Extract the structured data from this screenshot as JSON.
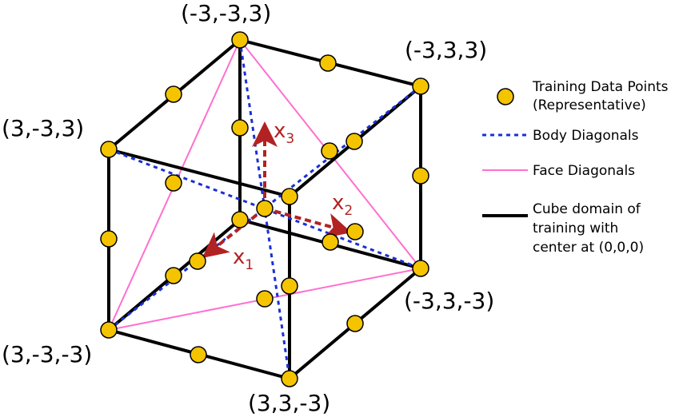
{
  "corner_labels": {
    "top": "(-3,-3,3)",
    "top_right": "(-3,3,3)",
    "left_upper": "(3,-3,3)",
    "right_lower": "(-3,3,-3)",
    "left_lower": "(3,-3,-3)",
    "bottom": "(3,3,-3)"
  },
  "axes": {
    "x1": {
      "base": "x",
      "sub": "1"
    },
    "x2": {
      "base": "x",
      "sub": "2"
    },
    "x3": {
      "base": "x",
      "sub": "3"
    }
  },
  "legend": {
    "points": [
      "Training Data Points",
      "(Representative)"
    ],
    "body": "Body Diagonals",
    "face": "Face Diagonals",
    "cube": [
      "Cube domain of",
      "training with",
      "center at (0,0,0)"
    ]
  },
  "colors": {
    "point_fill": "#f5c400",
    "point_stroke": "#000000",
    "body_diagonal": "#1a2fd6",
    "face_diagonal": "#ff6fd0",
    "cube_edge": "#000000",
    "axis_arrow": "#b22222"
  }
}
